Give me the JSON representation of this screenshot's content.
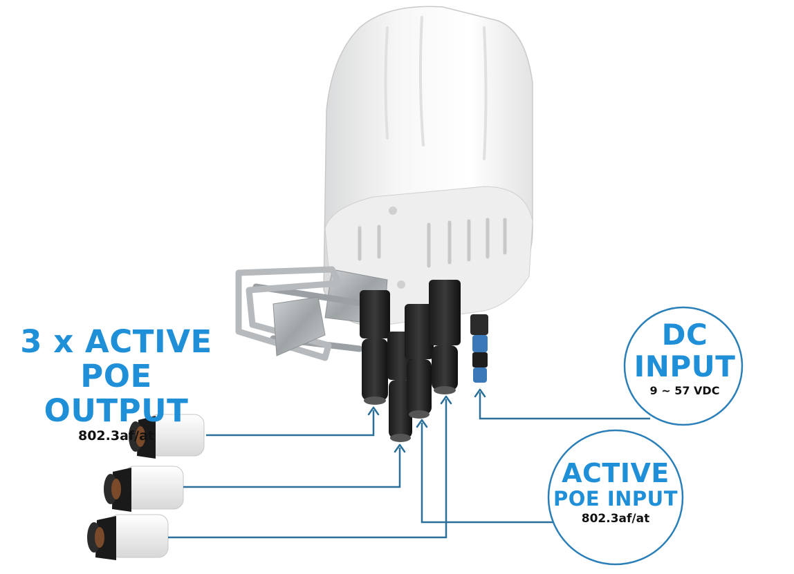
{
  "callouts": {
    "poe_output": {
      "title_line1": "3 x ACTIVE",
      "title_line2": "POE OUTPUT",
      "standard": "802.3af/at"
    },
    "dc_input": {
      "title_line1": "DC",
      "title_line2": "INPUT",
      "voltage": "9 ~ 57 VDC"
    },
    "poe_input": {
      "title_line1": "ACTIVE",
      "title_line2": "POE INPUT",
      "standard": "802.3af/at"
    }
  },
  "colors": {
    "accent": "#1f8fd8",
    "connector_line": "#2a6f9a",
    "circle_outline": "#2b7fb8",
    "text_dark": "#111111"
  },
  "icons": [
    "outdoor-enclosure",
    "mounting-bracket",
    "cable-gland",
    "dc-connector",
    "bullet-camera",
    "up-arrow"
  ]
}
